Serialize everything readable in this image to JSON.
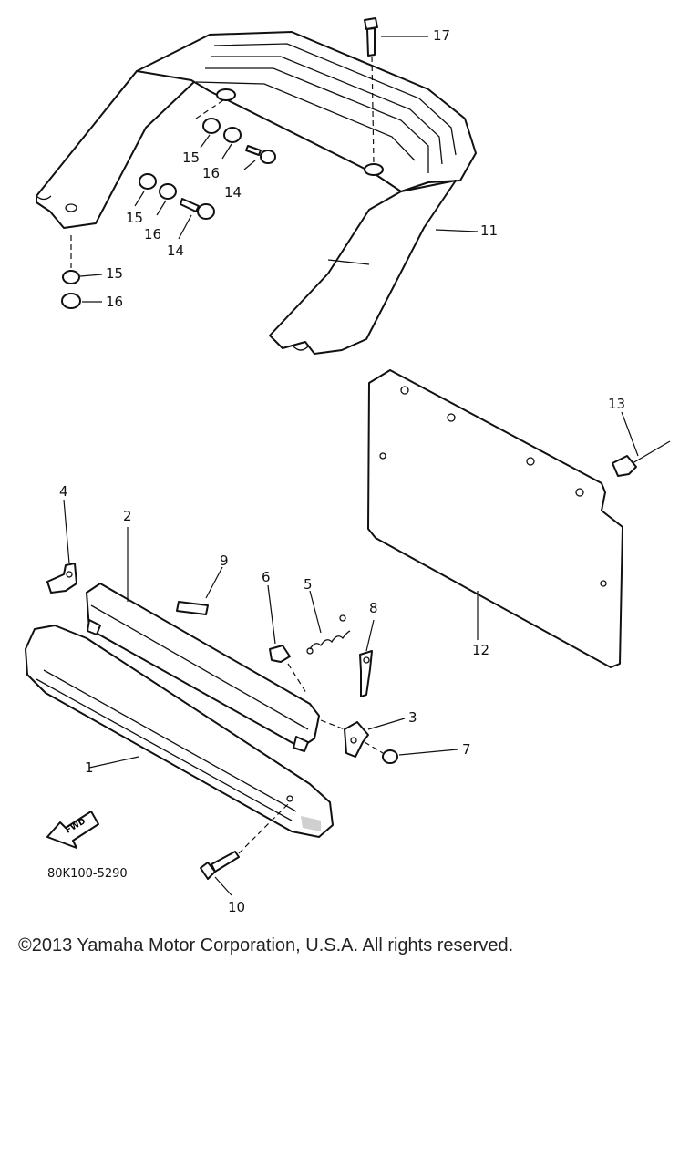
{
  "diagram": {
    "drawing_id": "80K100-5290",
    "direction_marker": "FWD",
    "callouts": {
      "c1": "1",
      "c2": "2",
      "c3": "3",
      "c4": "4",
      "c5": "5",
      "c6": "6",
      "c7": "7",
      "c8": "8",
      "c9": "9",
      "c10": "10",
      "c11": "11",
      "c12": "12",
      "c13": "13",
      "c14a": "14",
      "c14b": "14",
      "c15a": "15",
      "c15b": "15",
      "c15c": "15",
      "c16a": "16",
      "c16b": "16",
      "c16c": "16",
      "c17": "17"
    }
  },
  "footer": {
    "copyright": "©2013 Yamaha Motor Corporation, U.S.A. All rights reserved."
  }
}
